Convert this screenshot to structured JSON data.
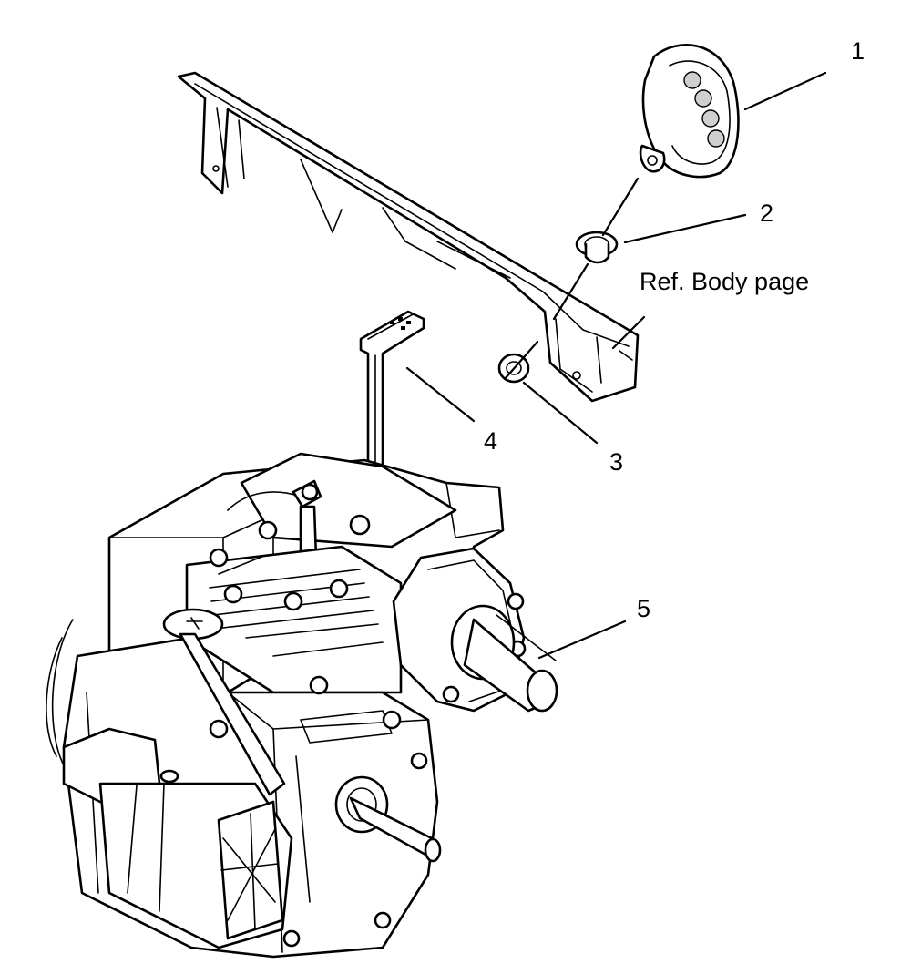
{
  "callouts": [
    {
      "id": "c1",
      "text": "1"
    },
    {
      "id": "c2",
      "text": "2"
    },
    {
      "id": "c3",
      "text": "3"
    },
    {
      "id": "c4",
      "text": "4"
    },
    {
      "id": "c5",
      "text": "5"
    }
  ],
  "reference_note": "Ref.  Body page",
  "colors": {
    "ink": "#000000",
    "paper": "#ffffff"
  }
}
